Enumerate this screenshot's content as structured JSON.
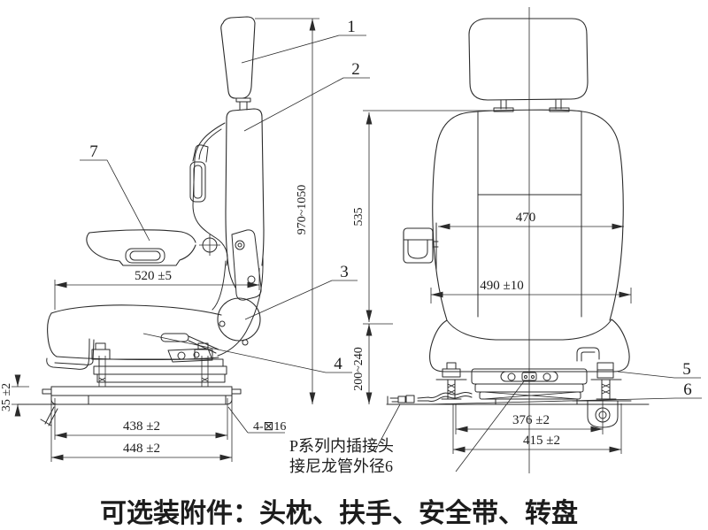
{
  "colors": {
    "ink": "#2b2b2b",
    "background": "#ffffff"
  },
  "caption": "可选装附件：头枕、扶手、安全带、转盘",
  "side_view": {
    "dims": {
      "cushion_depth": "520 ±5",
      "rail_span_inner": "438 ±2",
      "rail_span_outer": "448 ±2",
      "rail_height": "35 ±2",
      "overall_height": "970~1050"
    },
    "callouts": {
      "headrest": "1",
      "backrest": "2",
      "recliner": "3",
      "slide_lever": "4",
      "armrest": "7"
    },
    "hole_label": "4-⊠16"
  },
  "front_view": {
    "dims": {
      "backrest_width": "470",
      "cushion_width": "490 ±10",
      "backrest_height": "535",
      "suspension_height": "200~240",
      "base_span_inner": "376 ±2",
      "base_span_outer": "415 ±2"
    },
    "callouts": {
      "suspension_nut": "5",
      "height_adjuster": "6"
    }
  },
  "note": {
    "line1": "P系列内插接头",
    "line2": "接尼龙管外径6"
  }
}
